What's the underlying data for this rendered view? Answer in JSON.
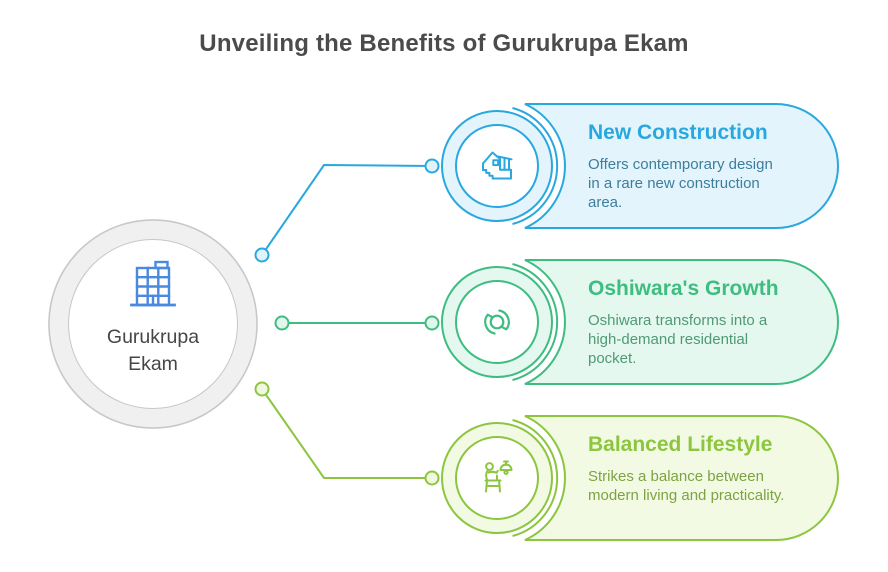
{
  "header": {
    "title": "Unveiling the Benefits of Gurukrupa Ekam",
    "color": "#4b4b4b"
  },
  "hub": {
    "label": "Gurukrupa\nEkam",
    "label_color": "#464646",
    "icon": "office-building-icon",
    "icon_color": "#4a89e0",
    "ring_fill": "#f0f0f1",
    "ring_stroke": "#c6c7c8",
    "inner_fill": "#ffffff"
  },
  "cards": [
    {
      "title": "New Construction",
      "description": "Offers contemporary design\nin a rare new construction\narea.",
      "icon": "house-under-construction-icon",
      "accent": "#29a8df",
      "tint": "#e3f4fc",
      "description_color": "#3d7e9c",
      "node_fill": "#e0f3fb"
    },
    {
      "title": "Oshiwara's Growth",
      "description": "Oshiwara transforms into a\nhigh-demand residential\npocket.",
      "icon": "cycle-transformation-icon",
      "accent": "#3ebd80",
      "tint": "#e5f8ef",
      "description_color": "#4f9a74",
      "node_fill": "#e2f7ec"
    },
    {
      "title": "Balanced Lifestyle",
      "description": "Strikes a balance between\nmodern living and practicality.",
      "icon": "person-at-home-icon",
      "accent": "#8cc63f",
      "tint": "#f3fae3",
      "description_color": "#7ca343",
      "node_fill": "#f0f8df"
    }
  ]
}
